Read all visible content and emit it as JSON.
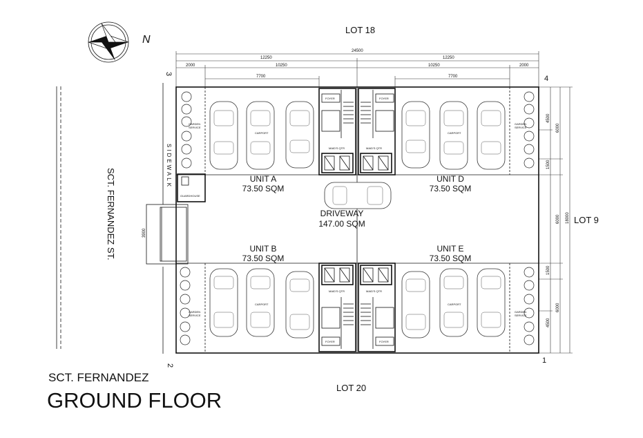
{
  "lots": {
    "top": "LOT 18",
    "right": "LOT 9",
    "bottom": "LOT 20"
  },
  "street": {
    "name": "SCT. FERNANDEZ ST.",
    "sidewalk": "SIDEWALK"
  },
  "north_label": "N",
  "corners": {
    "top_left": "3",
    "top_right": "4",
    "bottom_left": "2",
    "bottom_right": "1"
  },
  "dimensions": {
    "overall": "24500",
    "half_left": "12250",
    "half_right": "12250",
    "garden_left": "2000",
    "span_left": "10250",
    "span_right": "10250",
    "garden_right": "2000",
    "carport_left": "7700",
    "carport_right": "7700",
    "right_a": "4500",
    "right_b": "6000",
    "right_c": "1500",
    "right_mid": "6000",
    "right_total": "18000",
    "right_d": "1500",
    "right_e": "6000",
    "right_f": "4500",
    "gate": "3900"
  },
  "units": [
    {
      "name": "UNIT A",
      "area": "73.50 SQM"
    },
    {
      "name": "UNIT D",
      "area": "73.50 SQM"
    },
    {
      "name": "UNIT B",
      "area": "73.50 SQM"
    },
    {
      "name": "UNIT E",
      "area": "73.50 SQM"
    }
  ],
  "driveway": {
    "name": "DRIVEWAY",
    "area": "147.00 SQM"
  },
  "rooms": {
    "garden": "GARDEN",
    "service": "SERVICE",
    "carport": "CARPORT",
    "foyer": "FOYER",
    "maids": "MAID'S QTR",
    "guardhouse": "GUARDHOUSE"
  },
  "title": {
    "project": "SCT. FERNANDEZ",
    "floor": "GROUND FLOOR"
  }
}
